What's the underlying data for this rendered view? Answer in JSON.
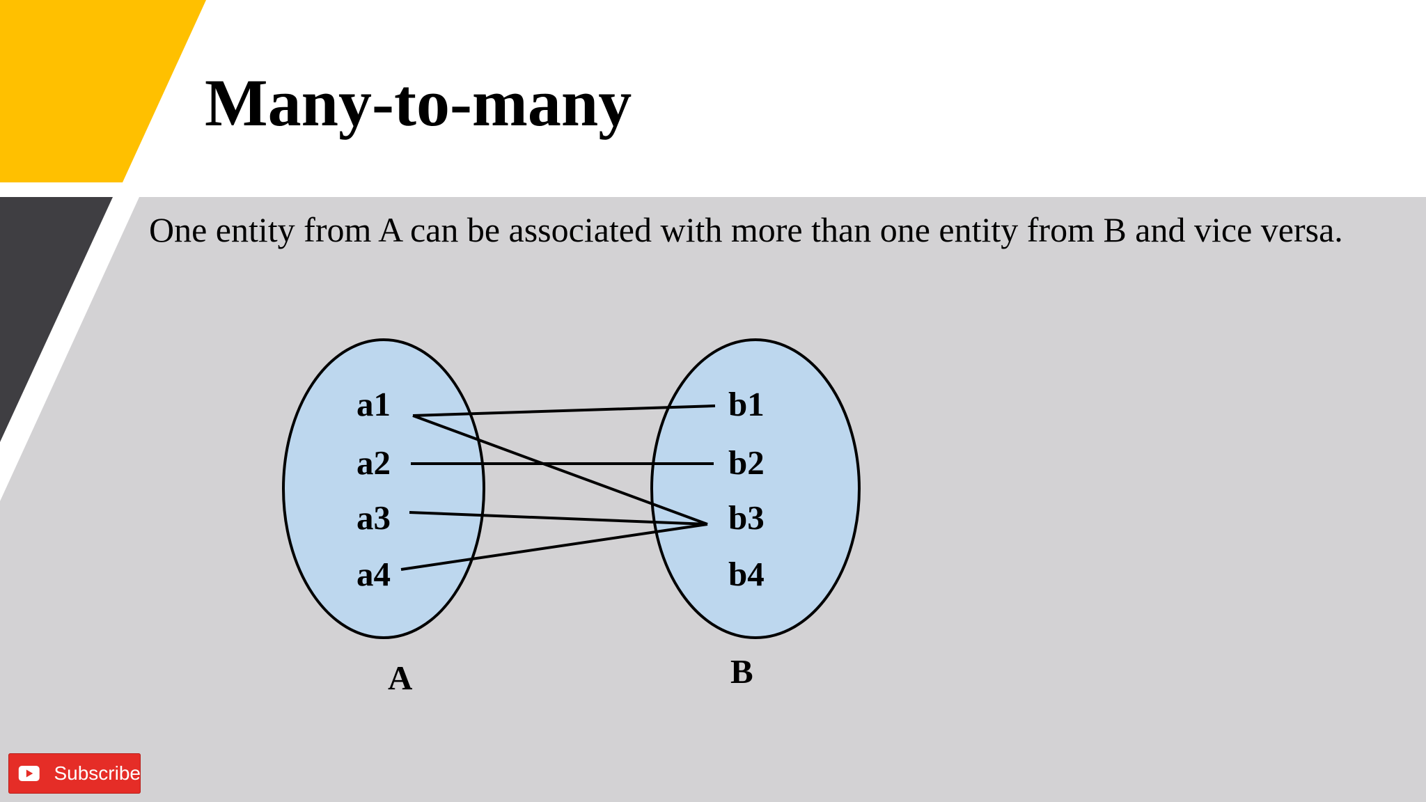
{
  "slide": {
    "title": "Many-to-many",
    "description": "One entity from A can be associated with more than one entity from B and vice versa."
  },
  "diagram": {
    "set_a": {
      "label": "A",
      "elements": [
        "a1",
        "a2",
        "a3",
        "a4"
      ]
    },
    "set_b": {
      "label": "B",
      "elements": [
        "b1",
        "b2",
        "b3",
        "b4"
      ]
    },
    "relations": [
      {
        "from": "a1",
        "to": "b1"
      },
      {
        "from": "a1",
        "to": "b3"
      },
      {
        "from": "a2",
        "to": "b2"
      },
      {
        "from": "a3",
        "to": "b3"
      },
      {
        "from": "a4",
        "to": "b3"
      }
    ]
  },
  "subscribe_button": {
    "label": "Subscribe",
    "icon": "youtube-play-icon"
  },
  "colors": {
    "accent_yellow": "#ffc000",
    "dark_band": "#3f3e42",
    "content_bg": "#d3d2d4",
    "ellipse_fill": "#bdd7ee",
    "subscribe_red": "#e52d27"
  }
}
